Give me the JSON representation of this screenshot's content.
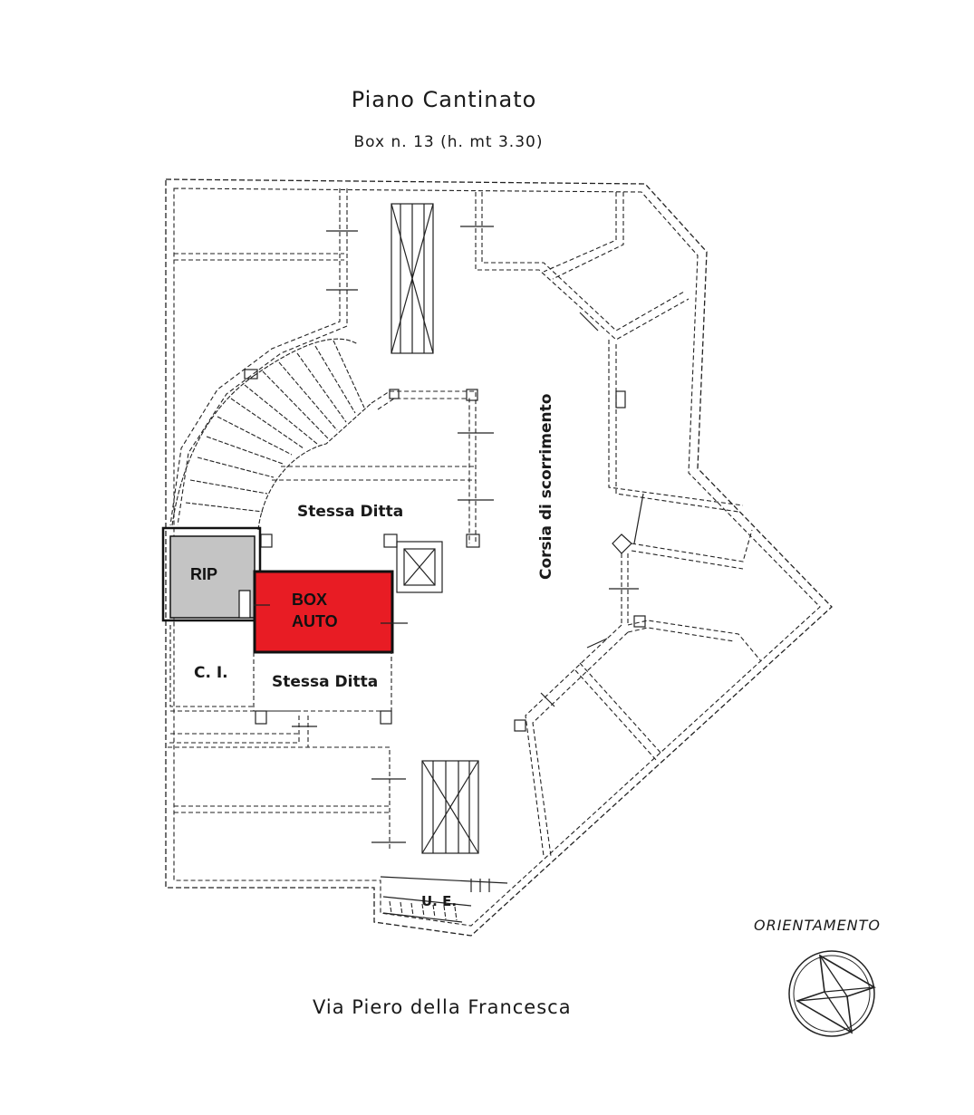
{
  "header": {
    "title": "Piano Cantinato",
    "subtitle": "Box n. 13  (h. mt 3.30)"
  },
  "rooms": {
    "rip": "RIP",
    "box_line1": "BOX",
    "box_line2": "AUTO",
    "stessa_ditta_upper": "Stessa Ditta",
    "stessa_ditta_lower": "Stessa Ditta",
    "ci": "C. I.",
    "corsia": "Corsia di scorrimento",
    "ue": "U. E."
  },
  "footer": {
    "street": "Via Piero della Francesca",
    "orientation_label": "ORIENTAMENTO"
  },
  "colors": {
    "box_fill": "#e81c24",
    "rip_fill": "#c4c4c4",
    "line": "#222222"
  }
}
